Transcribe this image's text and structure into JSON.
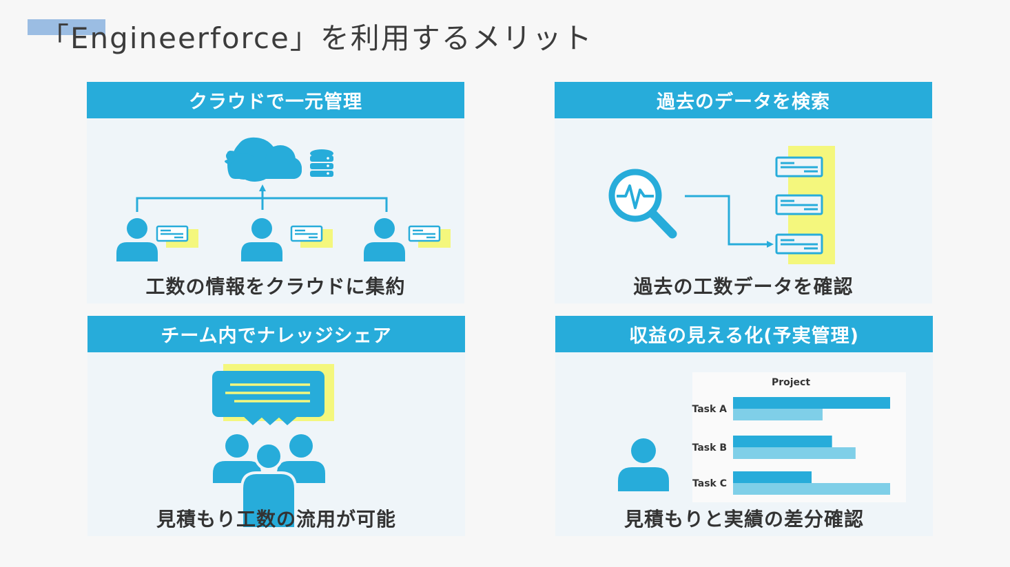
{
  "page": {
    "title": "「Engineerforce」を利用するメリット"
  },
  "colors": {
    "accent": "#27acda",
    "accent_light": "#7fcfe8",
    "highlight": "#f4f77d",
    "title_accent": "#9bbde3"
  },
  "cards": [
    {
      "header": "クラウドで一元管理",
      "caption": "工数の情報をクラウドに集約",
      "icons": [
        "cloud-icon",
        "database-icon",
        "user-icon",
        "document-icon"
      ]
    },
    {
      "header": "過去のデータを検索",
      "caption": "過去の工数データを確認",
      "icons": [
        "search-analytics-icon",
        "document-icon"
      ]
    },
    {
      "header": "チーム内でナレッジシェア",
      "caption": "見積もり工数の流用が可能",
      "icons": [
        "chat-bubble-icon",
        "team-icon"
      ]
    },
    {
      "header": "収益の見える化(予実管理)",
      "caption": "見積もりと実績の差分確認",
      "icons": [
        "user-icon"
      ]
    }
  ],
  "chart_data": {
    "type": "bar",
    "title": "Project",
    "categories": [
      "Task A",
      "Task B",
      "Task C"
    ],
    "series": [
      {
        "values": [
          1.0,
          0.63,
          0.5
        ]
      },
      {
        "values": [
          0.57,
          0.78,
          1.0
        ]
      }
    ],
    "orientation": "horizontal",
    "xlim": [
      0,
      1
    ],
    "grid": false,
    "legend": "none"
  }
}
